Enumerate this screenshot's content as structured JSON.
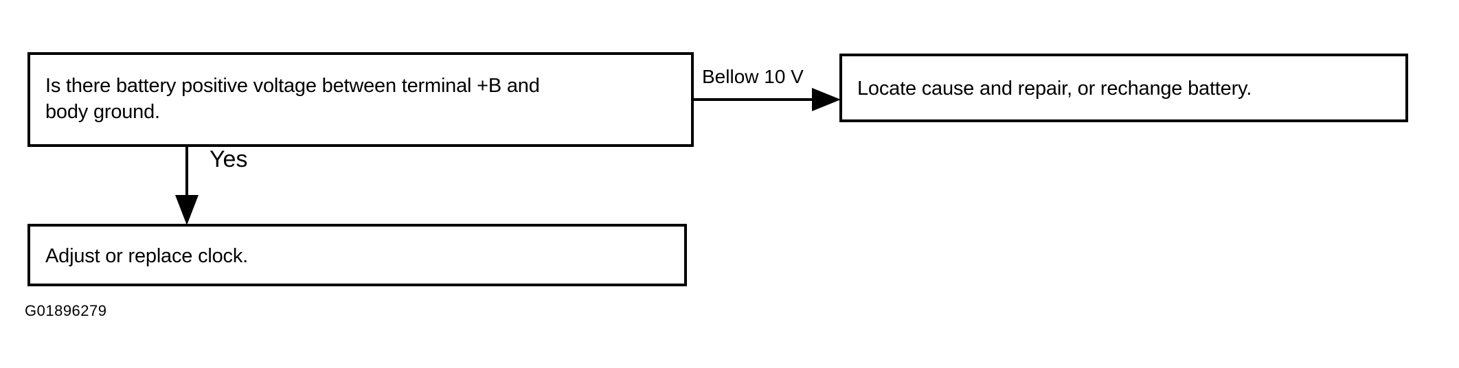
{
  "figure": {
    "id_code": "G01896279",
    "type": "troubleshooting-flowchart"
  },
  "nodes": {
    "check_voltage": {
      "text": "Is there battery positive voltage between terminal +B and\nbody ground."
    },
    "locate_cause": {
      "text": "Locate cause and repair, or rechange battery."
    },
    "adjust_clock": {
      "text": "Adjust or replace clock."
    }
  },
  "edges": {
    "below_10v": {
      "label": "Bellow 10 V",
      "from": "check_voltage",
      "to": "locate_cause",
      "direction": "right"
    },
    "yes": {
      "label": "Yes",
      "from": "check_voltage",
      "to": "adjust_clock",
      "direction": "down"
    }
  },
  "colors": {
    "stroke": "#000000",
    "fill": "#ffffff",
    "text": "#000000"
  }
}
